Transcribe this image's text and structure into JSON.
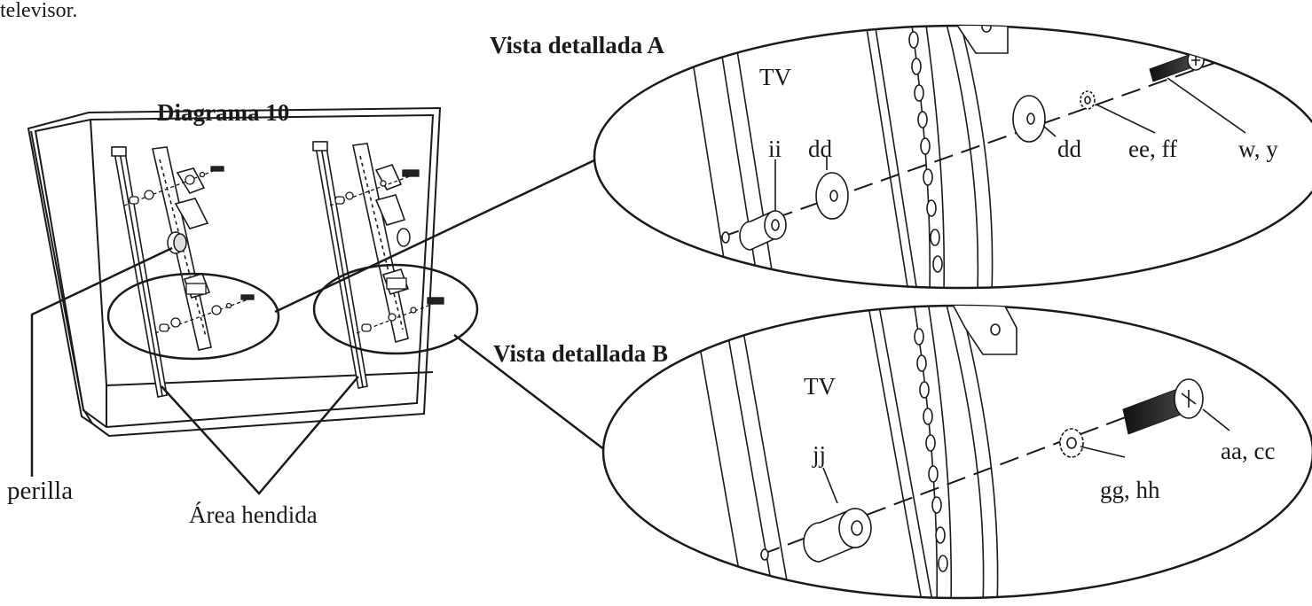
{
  "header_text": "televisor.",
  "diagram_title": "Diagrama 10",
  "detail_a": {
    "title": "Vista detallada A",
    "tv": "TV",
    "labels": [
      "ii",
      "dd",
      "dd",
      "ee, ff",
      "w, y"
    ]
  },
  "detail_b": {
    "title": "Vista detallada B",
    "tv": "TV",
    "labels": [
      "jj",
      "gg, hh",
      "aa, cc"
    ]
  },
  "knob_label": "perilla",
  "slot_label": "Área hendida",
  "colors": {
    "ink": "#1a1a1a",
    "fill": "#ffffff",
    "shade": "#bdbdbd"
  }
}
